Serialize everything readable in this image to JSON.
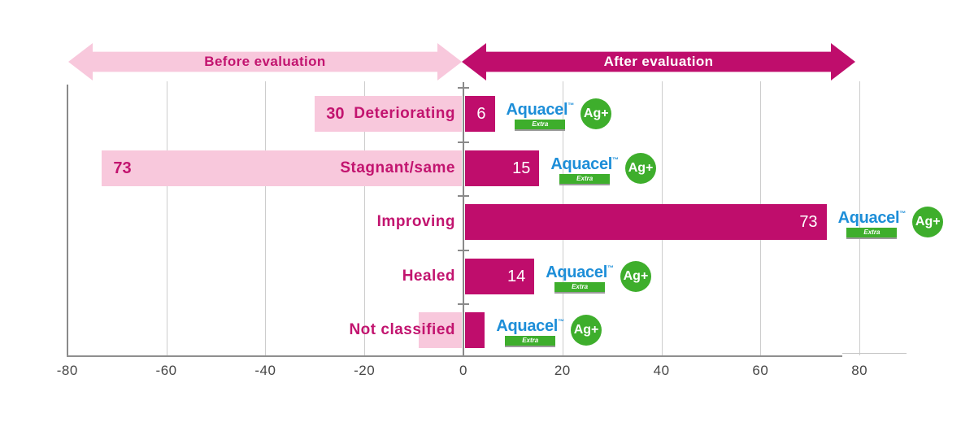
{
  "header": {
    "before_arrow_label": "Before evaluation",
    "after_arrow_label": "After evaluation"
  },
  "chart_data": {
    "type": "bar",
    "variant": "diverging-horizontal",
    "title": "",
    "xlabel": "",
    "ylabel": "",
    "xlim": [
      -80,
      80
    ],
    "xticks": [
      -80,
      -60,
      -40,
      -20,
      0,
      20,
      40,
      60,
      80
    ],
    "xtick_labels": [
      "-80",
      "-60",
      "-40",
      "-20",
      "0",
      "20",
      "40",
      "60",
      "80"
    ],
    "grid": true,
    "series_names": [
      "Before evaluation",
      "After evaluation"
    ],
    "rows": [
      {
        "category": "Deteriorating",
        "before": 30,
        "after": 6,
        "before_label": "30",
        "after_label": "6"
      },
      {
        "category": "Stagnant/same",
        "before": 73,
        "after": 15,
        "before_label": "73",
        "after_label": "15"
      },
      {
        "category": "Improving",
        "before": 0,
        "after": 73,
        "before_label": "",
        "after_label": "73"
      },
      {
        "category": "Healed",
        "before": 0,
        "after": 14,
        "before_label": "",
        "after_label": "14"
      },
      {
        "category": "Not classified",
        "before": 9,
        "after": 4,
        "before_label": "",
        "after_label": ""
      }
    ]
  },
  "logo": {
    "brand": "Aquacel",
    "trademark": "™",
    "variant": "Extra",
    "badge": "Ag+"
  },
  "colors": {
    "before_pink": "#F8C8DC",
    "after_magenta": "#BF0D6C",
    "label_magenta": "#C2146F",
    "aquacel_blue": "#1D8ED8",
    "aquacel_green": "#3EAE2C",
    "grid_gray": "#CDCDCD",
    "axis_gray": "#8A8A8A",
    "tick_text_gray": "#474747"
  }
}
